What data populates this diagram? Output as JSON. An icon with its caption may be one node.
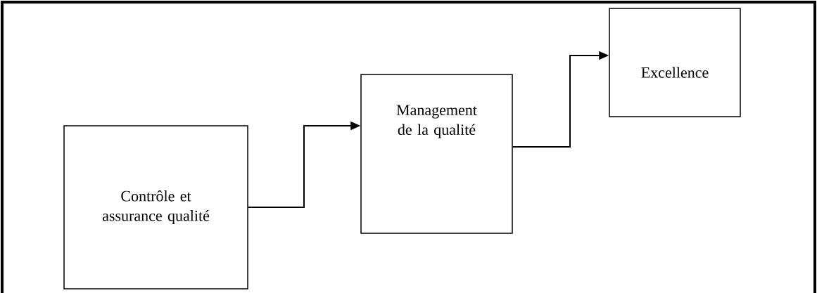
{
  "diagram": {
    "nodes": [
      {
        "text": [
          "Contrôle et assurance qualité"
        ]
      },
      {
        "text": [
          "Management de la qualité"
        ]
      },
      {
        "text": [
          "Excellence"
        ]
      }
    ],
    "edges": [
      {
        "from": 0,
        "to": 1,
        "arrow": "to"
      },
      {
        "from": 1,
        "to": 2,
        "arrow": "to"
      }
    ]
  }
}
